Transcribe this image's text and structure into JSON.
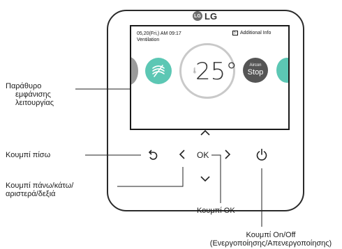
{
  "device": {
    "brand": "LG",
    "screen": {
      "date_time": "05,20(Fri,)  AM 09:17",
      "additional_info": "Additional Info",
      "mode": "Ventilation",
      "temperature": "25°",
      "aircon_label": "Aircon",
      "stop_label": "Stop"
    },
    "buttons": {
      "up": "^",
      "down": "v",
      "left": "<",
      "right": ">",
      "ok": "OK",
      "back": "↶",
      "power": "⏻"
    }
  },
  "labels": {
    "display_window_line1": "Παράθυρο",
    "display_window_line2": "εμφάνισης",
    "display_window_line3": "λειτουργίας",
    "back_button": "Κουμπί πίσω",
    "nav_buttons_line1": "Κουμπί πάνω/κάτω/",
    "nav_buttons_line2": "αριστερά/δεξιά",
    "ok_button": "Κουμπί OK",
    "power_button_line1": "Κουμπί On/Off",
    "power_button_line2": "(Ενεργοποίησης/Απενεργοποίησης)"
  }
}
